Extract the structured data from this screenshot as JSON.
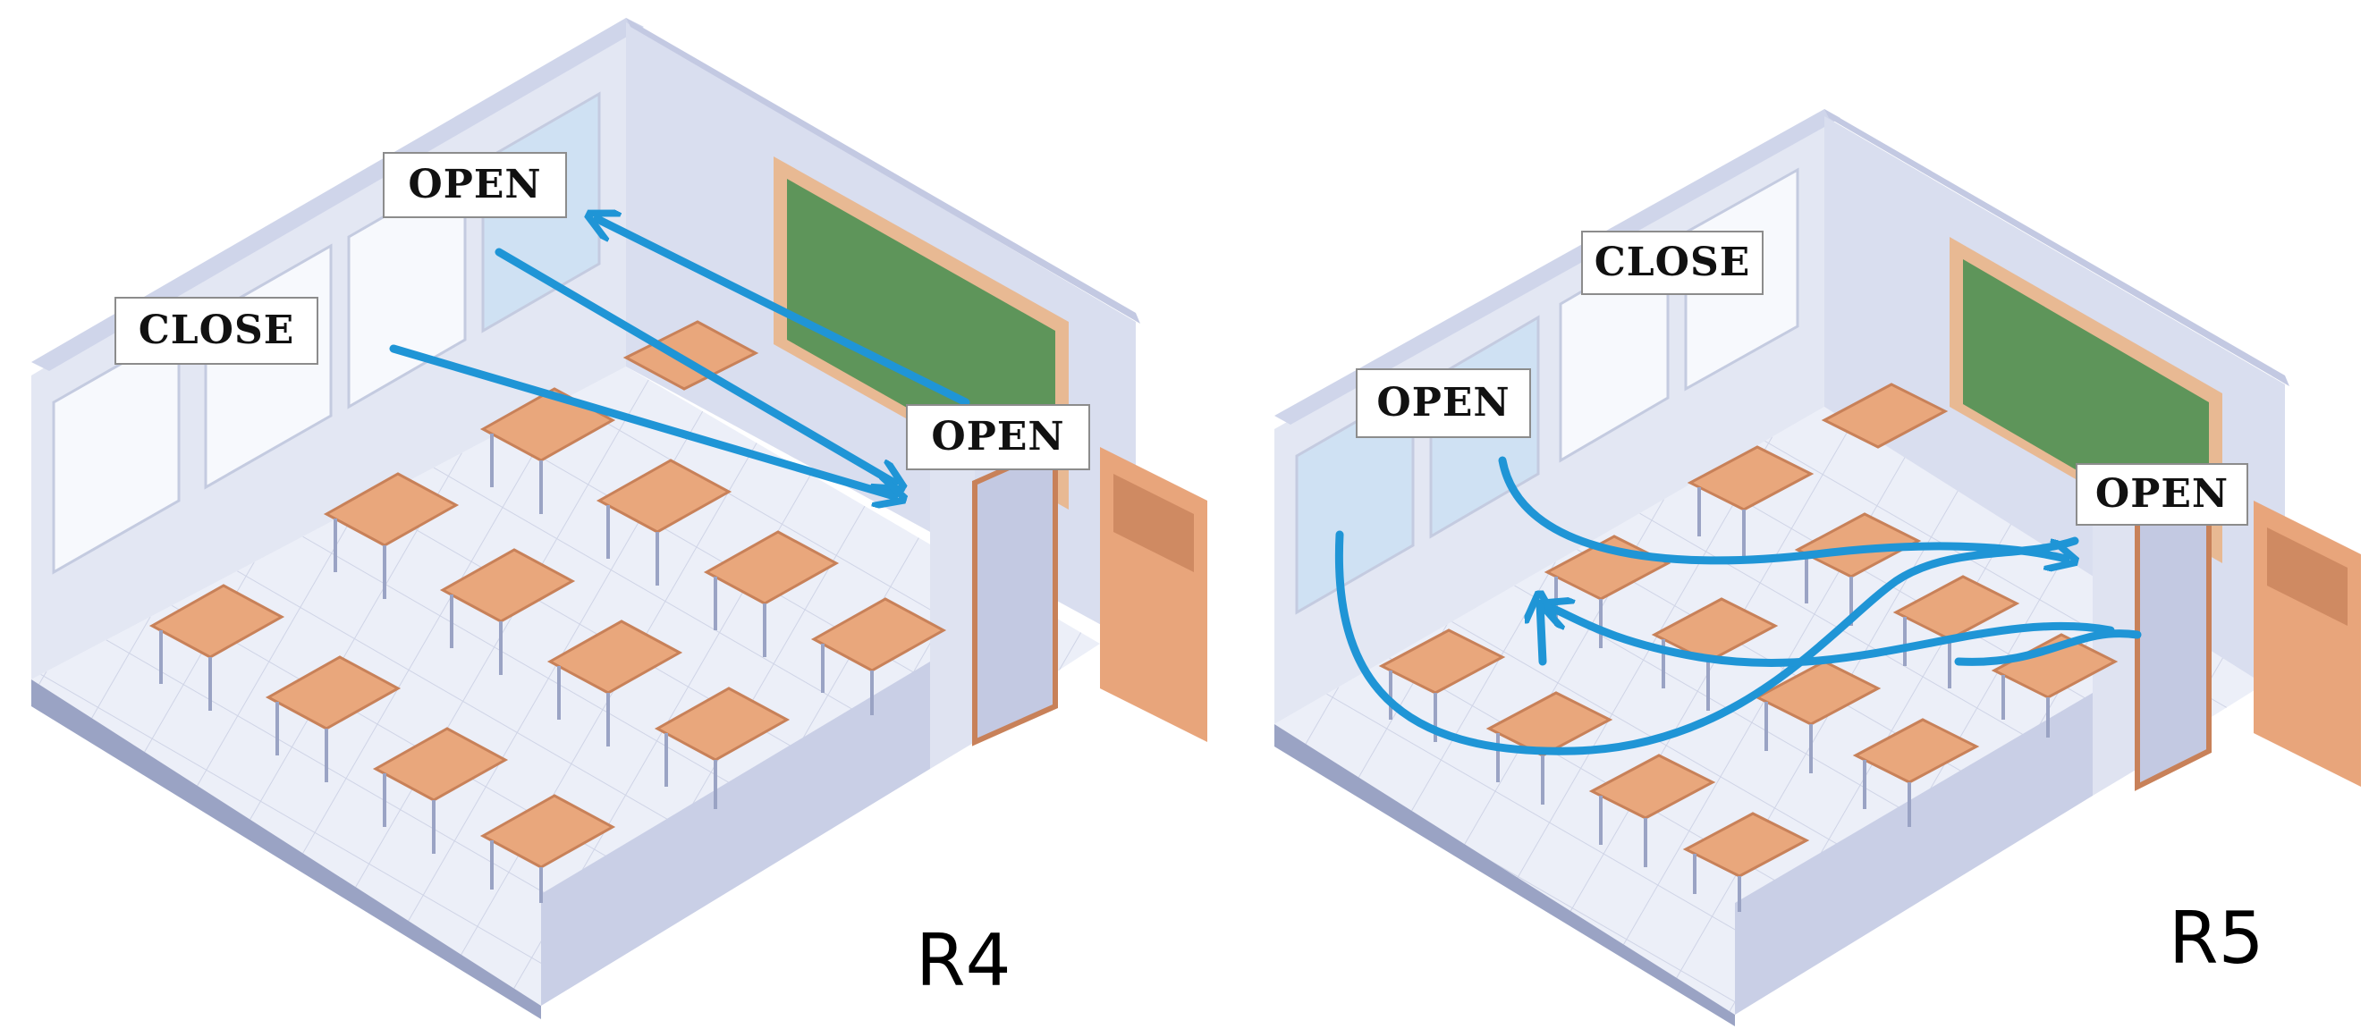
{
  "rooms": [
    {
      "id": "R4",
      "label": "R4",
      "windows": [
        {
          "state": "OPEN"
        },
        {
          "state": "CLOSE"
        }
      ],
      "door": {
        "state": "OPEN"
      }
    },
    {
      "id": "R5",
      "label": "R5",
      "windows": [
        {
          "state": "CLOSE"
        },
        {
          "state": "OPEN"
        }
      ],
      "door": {
        "state": "OPEN"
      }
    }
  ],
  "colors": {
    "airflow": "#1f95d6",
    "wall": "#e3e7f3",
    "wall_side": "#c9cfe6",
    "floor": "#eceff8",
    "floor_grid": "#cfd4e6",
    "desk_top": "#e9a77c",
    "desk_side": "#c88159",
    "board": "#5e955a",
    "board_frame": "#e8b993",
    "door": "#e8a57b",
    "window_glass": "#cfe1f3"
  }
}
